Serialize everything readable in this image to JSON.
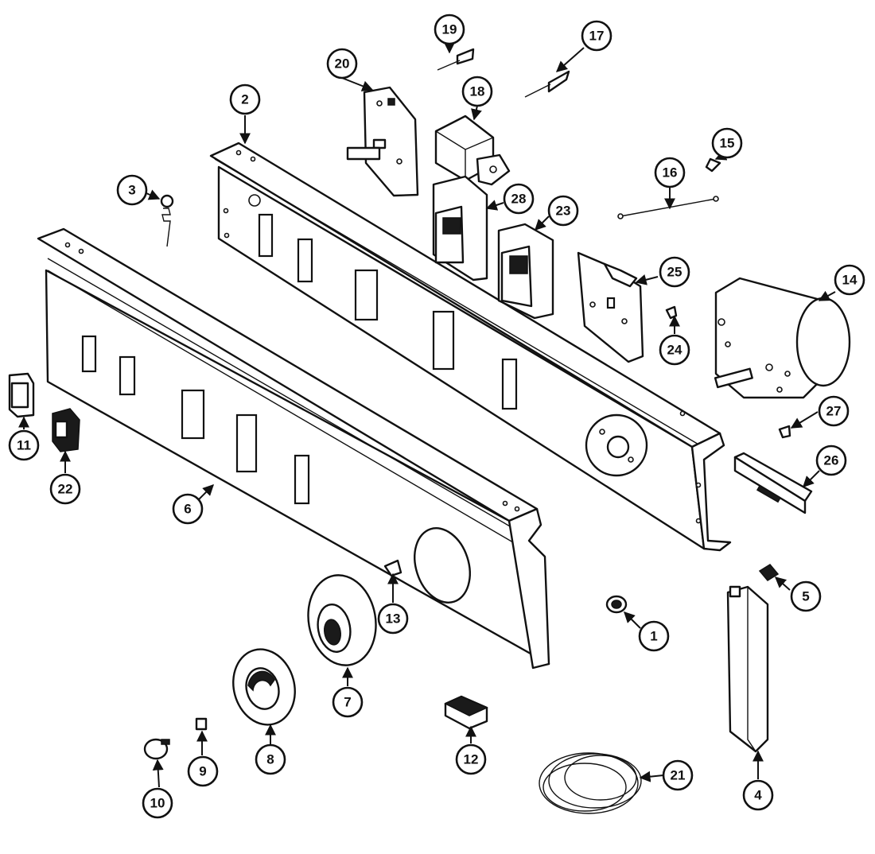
{
  "diagram": {
    "callouts": [
      {
        "number": "1"
      },
      {
        "number": "2"
      },
      {
        "number": "3"
      },
      {
        "number": "4"
      },
      {
        "number": "5"
      },
      {
        "number": "6"
      },
      {
        "number": "7"
      },
      {
        "number": "8"
      },
      {
        "number": "9"
      },
      {
        "number": "10"
      },
      {
        "number": "11"
      },
      {
        "number": "12"
      },
      {
        "number": "13"
      },
      {
        "number": "14"
      },
      {
        "number": "15"
      },
      {
        "number": "16"
      },
      {
        "number": "17"
      },
      {
        "number": "18"
      },
      {
        "number": "19"
      },
      {
        "number": "20"
      },
      {
        "number": "21"
      },
      {
        "number": "22"
      },
      {
        "number": "23"
      },
      {
        "number": "24"
      },
      {
        "number": "25"
      },
      {
        "number": "26"
      },
      {
        "number": "27"
      },
      {
        "number": "28"
      }
    ]
  }
}
